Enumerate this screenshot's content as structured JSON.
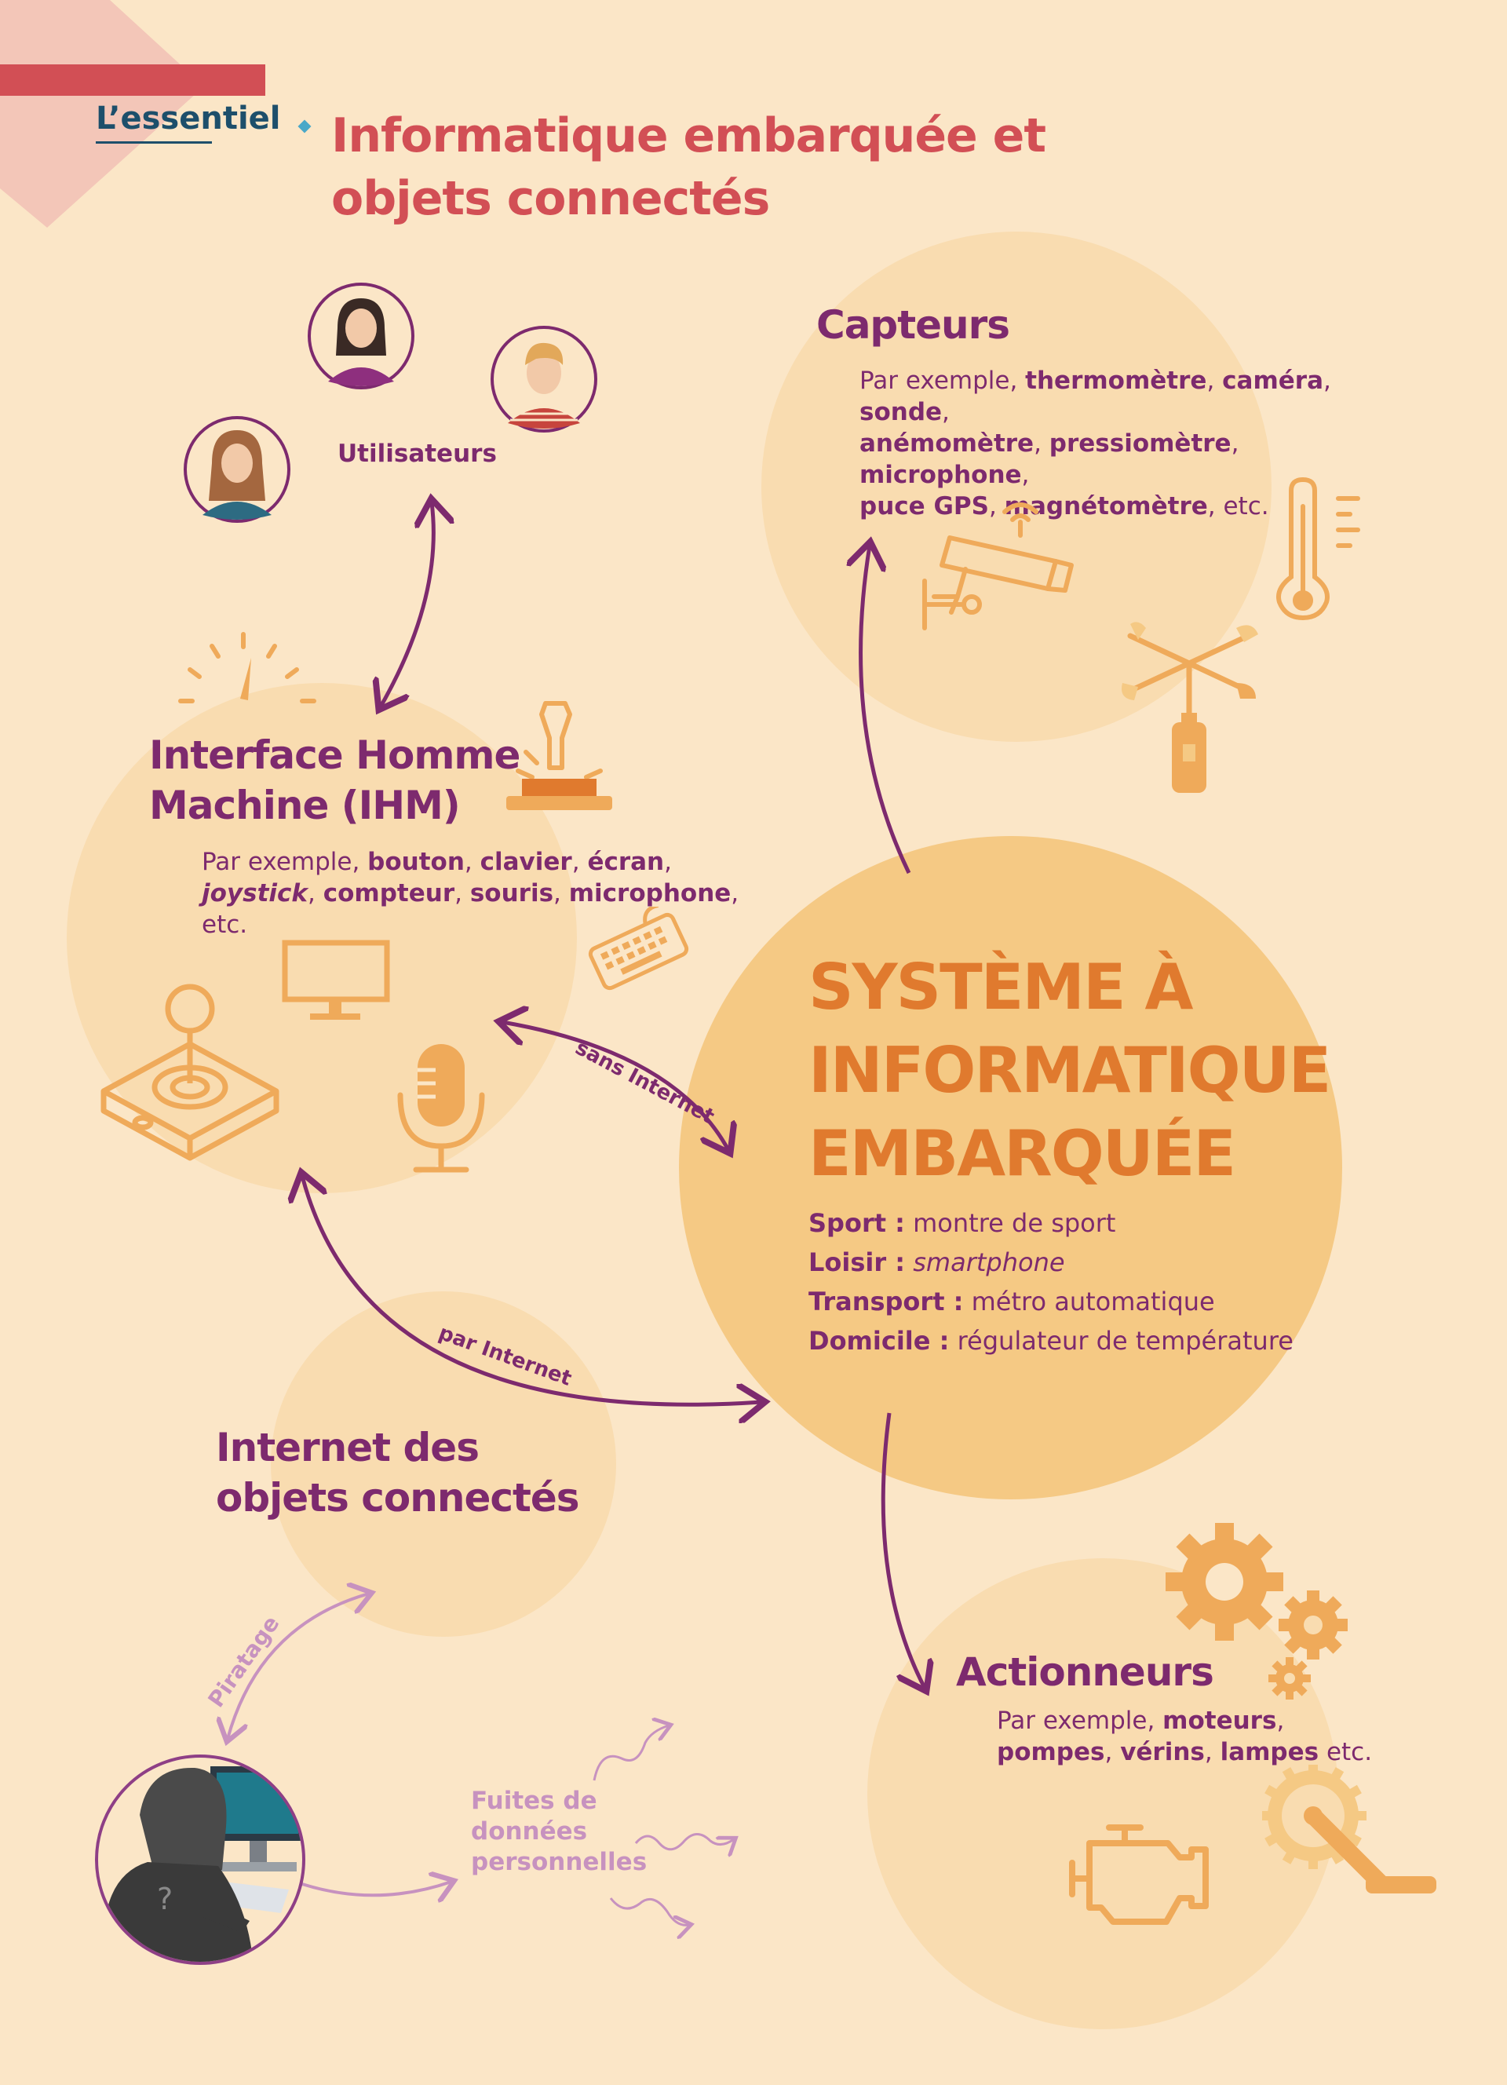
{
  "header": {
    "label": "L’essentiel",
    "title_lines": [
      "Informatique embarquée et",
      "objets connectés"
    ]
  },
  "utilisateurs": {
    "label": "Utilisateurs"
  },
  "capteurs": {
    "title": "Capteurs",
    "prefix": "Par exemple, ",
    "items": [
      "thermomètre",
      "caméra",
      "sonde",
      "anémomètre",
      "pressiomètre",
      "microphone",
      "puce GPS",
      "magnétomètre"
    ],
    "suffix": ", etc."
  },
  "ihm": {
    "title_lines": [
      "Interface Homme",
      "Machine (IHM)"
    ],
    "prefix": "Par exemple, ",
    "items": [
      "bouton",
      "clavier",
      "écran",
      "joystick",
      "compteur",
      "souris",
      "microphone"
    ],
    "suffix": ", etc."
  },
  "systeme": {
    "title_lines": [
      "SYSTÈME À",
      "INFORMATIQUE",
      "EMBARQUÉE"
    ],
    "examples": [
      {
        "key": "Sport :",
        "value": "montre de sport",
        "italic": false
      },
      {
        "key": "Loisir :",
        "value": "smartphone",
        "italic": true
      },
      {
        "key": "Transport :",
        "value": "métro automatique",
        "italic": false
      },
      {
        "key": "Domicile :",
        "value": "régulateur de température",
        "italic": false
      }
    ]
  },
  "iot": {
    "title_lines": [
      "Internet des",
      "objets connectés"
    ]
  },
  "actionneurs": {
    "title": "Actionneurs",
    "prefix": "Par exemple, ",
    "items": [
      "moteurs",
      "pompes",
      "vérins",
      "lampes"
    ],
    "suffix": " etc."
  },
  "arrows": {
    "sans_internet": "sans Internet",
    "par_internet": "par Internet",
    "piratage": "Piratage"
  },
  "fuites": {
    "lines": [
      "Fuites de",
      "données",
      "personnelles"
    ]
  },
  "colors": {
    "background": "#fbe6c7",
    "circle_light": "#f9dcb0",
    "circle_main": "#f5c984",
    "purple": "#7d2a6e",
    "red": "#d24f55",
    "orange": "#e07a2e",
    "icon_orange": "#efaa5a"
  }
}
